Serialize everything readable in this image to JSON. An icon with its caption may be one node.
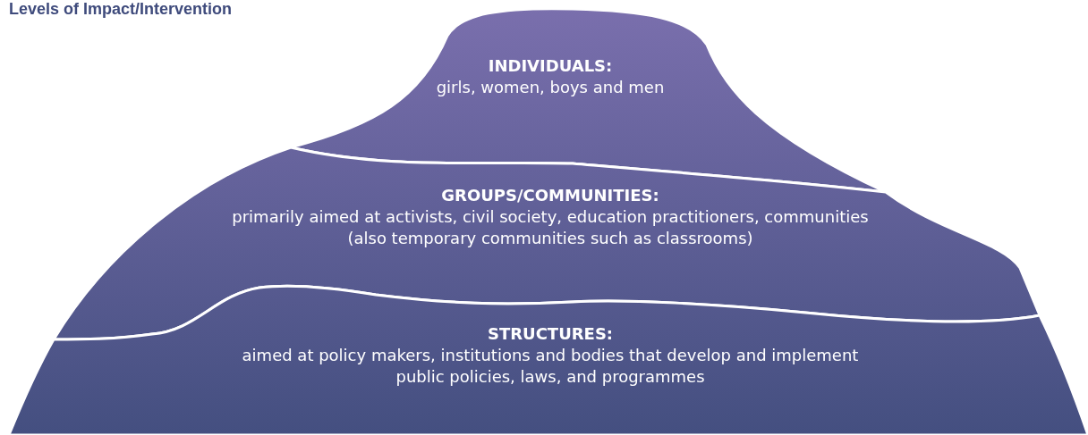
{
  "diagram": {
    "title": "Levels of Impact/Intervention",
    "nodes": [
      {
        "text": [
          "INDIVIDUALS:",
          "girls, women, boys and men"
        ]
      },
      {
        "text": [
          "GROUPS/COMMUNITIES:",
          "primarily aimed at activists, civil society, education practitioners, communities (also temporary communities such as classrooms)"
        ]
      },
      {
        "text": [
          "STRUCTURES:",
          "aimed at policy makers, institutions and bodies that develop and implement public policies, laws, and programmes"
        ]
      }
    ]
  }
}
